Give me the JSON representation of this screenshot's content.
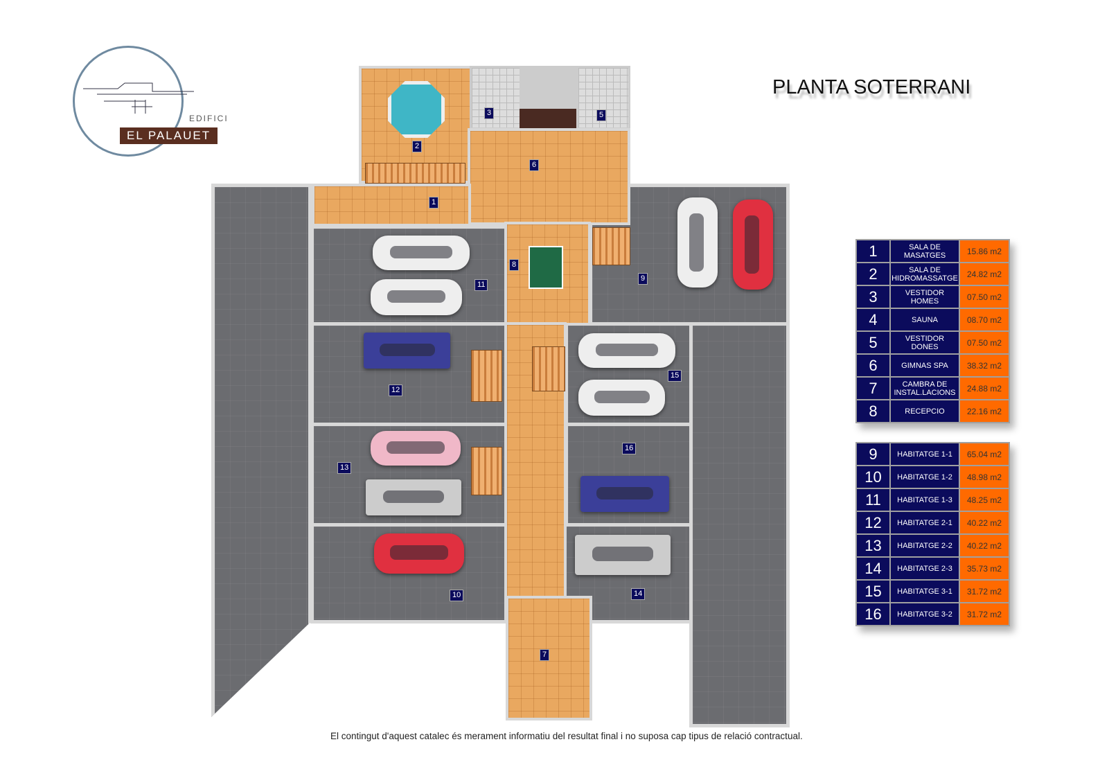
{
  "title": "PLANTA SOTERRANI",
  "logo": {
    "small": "EDIFICI",
    "name": "EL PALAUET"
  },
  "rooms": [
    {
      "num": "1",
      "name": "SALA DE MASATGES",
      "area": "15.86 m2"
    },
    {
      "num": "2",
      "name": "SALA DE HIDROMASSATGE",
      "area": "24.82 m2"
    },
    {
      "num": "3",
      "name": "VESTIDOR HOMES",
      "area": "07.50 m2"
    },
    {
      "num": "4",
      "name": "SAUNA",
      "area": "08.70 m2"
    },
    {
      "num": "5",
      "name": "VESTIDOR DONES",
      "area": "07.50 m2"
    },
    {
      "num": "6",
      "name": "GIMNAS SPA",
      "area": "38.32 m2"
    },
    {
      "num": "7",
      "name": "CAMBRA DE INSTAL.LACIONS",
      "area": "24.88 m2"
    },
    {
      "num": "8",
      "name": "RECEPCIO",
      "area": "22.16 m2"
    }
  ],
  "dwellings": [
    {
      "num": "9",
      "name": "HABITATGE 1-1",
      "area": "65.04 m2"
    },
    {
      "num": "10",
      "name": "HABITATGE 1-2",
      "area": "48.98 m2"
    },
    {
      "num": "11",
      "name": "HABITATGE 1-3",
      "area": "48.25 m2"
    },
    {
      "num": "12",
      "name": "HABITATGE 2-1",
      "area": "40.22 m2"
    },
    {
      "num": "13",
      "name": "HABITATGE 2-2",
      "area": "40.22 m2"
    },
    {
      "num": "14",
      "name": "HABITATGE 2-3",
      "area": "35.73 m2"
    },
    {
      "num": "15",
      "name": "HABITATGE 3-1",
      "area": "31.72 m2"
    },
    {
      "num": "16",
      "name": "HABITATGE 3-2",
      "area": "31.72 m2"
    }
  ],
  "colors": {
    "navy": "#0b0b5c",
    "orange": "#ff6a00",
    "tile": "#e9a860",
    "parking": "#6b6c70"
  },
  "disclaimer": "El contingut d'aquest catalec és merament informatiu del resultat final i no suposa cap tipus de relació contractual."
}
